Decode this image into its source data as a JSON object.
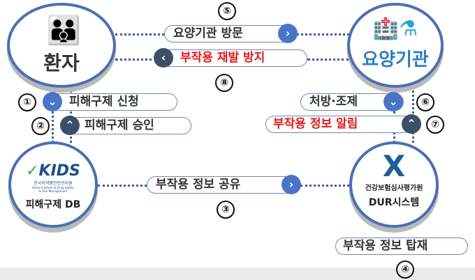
{
  "nodes": {
    "patient": "환자",
    "hospital": "요양기관",
    "kids": {
      "logo": "KIDS",
      "org_ko": "한국의약품안전관리원",
      "org_en": "Korea Institute of Drug Safety & Risk Management",
      "label": "피해구제 DB"
    },
    "dur": {
      "org": "건강보험심사평가원",
      "label": "DUR시스템"
    }
  },
  "steps": [
    {
      "num": "①",
      "label": "피해구제 신청"
    },
    {
      "num": "②",
      "label": "피해구제 승인"
    },
    {
      "num": "③",
      "label": "부작용 정보 공유"
    },
    {
      "num": "④",
      "label": "부작용 정보 탑재"
    },
    {
      "num": "⑤",
      "label": "요양기관 방문"
    },
    {
      "num": "⑥",
      "label": "처방·조제"
    },
    {
      "num": "⑦",
      "label": "부작용 정보 알림"
    },
    {
      "num": "⑧",
      "label": "부작용 재발 방지"
    }
  ],
  "icons": {
    "right": "›",
    "left": "‹",
    "down": "⌄",
    "up": "⌃"
  },
  "colors": {
    "accent": "#4a74c9",
    "dark": "#3d4f66",
    "red": "#e01a1a",
    "border": "#4a6fb5"
  }
}
